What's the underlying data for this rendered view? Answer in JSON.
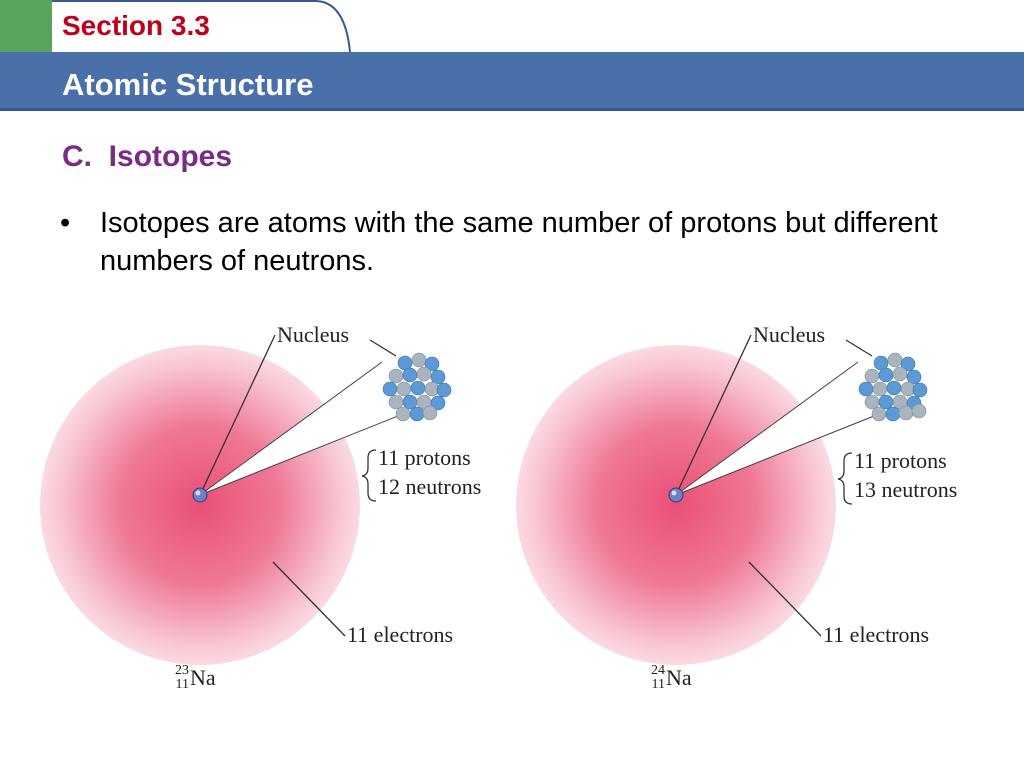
{
  "header": {
    "section": "Section 3.3",
    "title": "Atomic Structure"
  },
  "content": {
    "heading": "C.  Isotopes",
    "bullet_symbol": "•",
    "bullet": "Isotopes are atoms with the same number of protons but different numbers of neutrons."
  },
  "figures": [
    {
      "nucleus_label": "Nucleus",
      "protons": "11 protons",
      "neutrons": "12 neutrons",
      "electrons": "11 electrons",
      "mass_number": "23",
      "atomic_number": "11",
      "element": "Na"
    },
    {
      "nucleus_label": "Nucleus",
      "protons": "11 protons",
      "neutrons": "13 neutrons",
      "electrons": "11 electrons",
      "mass_number": "24",
      "atomic_number": "11",
      "element": "Na"
    }
  ],
  "colors": {
    "section_red": "#c0001b",
    "title_bar": "#4a70aa",
    "heading_purple": "#7b2a86",
    "tab_green": "#5aa35a",
    "electron_cloud": "#e8466e",
    "proton_blue": "#5b9ad6",
    "neutron_gray": "#a9b4bf"
  }
}
